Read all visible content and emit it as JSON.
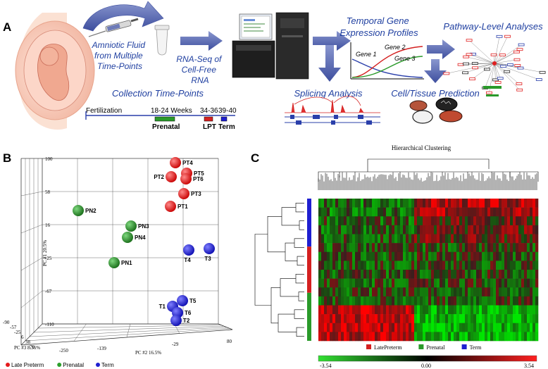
{
  "panels": {
    "a": "A",
    "b": "B",
    "c": "C"
  },
  "workflow": {
    "amniotic": [
      "Amniotic Fluid",
      "from Multiple",
      "Time-Points"
    ],
    "rnaseq": [
      "RNA-Seq of",
      "Cell-Free",
      "RNA"
    ],
    "temporal": [
      "Temporal Gene",
      "Expression Profiles"
    ],
    "pathway": "Pathway-Level Analyses",
    "splicing": "Splicing Analysis",
    "celltissue": "Cell/Tissue Prediction",
    "collection": "Collection Time-Points",
    "genes": [
      "Gene 1",
      "Gene 2",
      "Gene 3"
    ],
    "color_accent": "#1f3fa0"
  },
  "timeline": {
    "fertilization": "Fertilization",
    "weeks_prenatal": "18-24 Weeks",
    "weeks_lpt": "34-36",
    "weeks_term": "39-40",
    "label_prenatal": "Prenatal",
    "label_lpt": "LPT",
    "label_term": "Term"
  },
  "pca": {
    "z_ticks": [
      "100",
      "58",
      "16",
      "-25",
      "-67",
      "-110"
    ],
    "x_ticks": [
      "-250",
      "-139",
      "-29",
      "80"
    ],
    "y_ticks": [
      "-90",
      "-57",
      "-25",
      "6",
      "38",
      "70"
    ],
    "z_label": "PC #1 20.5%",
    "x_label": "PC #2 16.5%",
    "y_label": "PC #3 8.36%",
    "legend": [
      {
        "label": "Late Preterm",
        "color": "#e41a1c"
      },
      {
        "label": "Prenatal",
        "color": "#2ca02c"
      },
      {
        "label": "Term",
        "color": "#1f1fd0"
      }
    ],
    "points": [
      {
        "name": "PT4",
        "group": "Late Preterm"
      },
      {
        "name": "PT2",
        "group": "Late Preterm"
      },
      {
        "name": "PT5",
        "group": "Late Preterm"
      },
      {
        "name": "PT6",
        "group": "Late Preterm"
      },
      {
        "name": "PT3",
        "group": "Late Preterm"
      },
      {
        "name": "PT1",
        "group": "Late Preterm"
      },
      {
        "name": "PN2",
        "group": "Prenatal"
      },
      {
        "name": "PN3",
        "group": "Prenatal"
      },
      {
        "name": "PN4",
        "group": "Prenatal"
      },
      {
        "name": "PN1",
        "group": "Prenatal"
      },
      {
        "name": "T4",
        "group": "Term"
      },
      {
        "name": "T3",
        "group": "Term"
      },
      {
        "name": "T1",
        "group": "Term"
      },
      {
        "name": "T5",
        "group": "Term"
      },
      {
        "name": "T6",
        "group": "Term"
      },
      {
        "name": "T2",
        "group": "Term"
      }
    ]
  },
  "heatmap": {
    "title": "Hierarchical Clustering",
    "legend": [
      {
        "label": "LatePreterm",
        "color": "#d42020"
      },
      {
        "label": "Prenatal",
        "color": "#2a9a2a"
      },
      {
        "label": "Term",
        "color": "#1f1fd0"
      }
    ],
    "scale_min": "-3.54",
    "scale_mid": "0.00",
    "scale_max": "3.54",
    "rows": 16
  }
}
